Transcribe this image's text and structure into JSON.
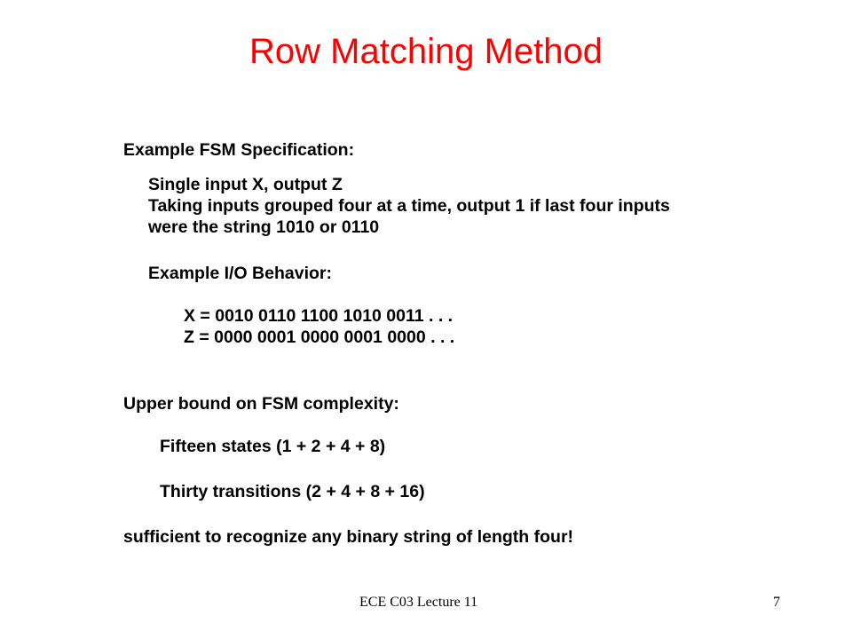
{
  "slide": {
    "title": "Row Matching Method",
    "spec_heading": "Example FSM Specification:",
    "spec_lines": [
      "Single input X, output Z",
      "Taking inputs grouped four at a time, output 1 if last four inputs",
      "were the string 1010 or 0110"
    ],
    "io_heading": "Example I/O Behavior:",
    "io_lines": [
      "X = 0010 0110 1100 1010 0011  . . .",
      "Z = 0000 0001 0000 0001 0000  . . ."
    ],
    "bound_heading": "Upper bound on FSM complexity:",
    "bound_lines": [
      "Fifteen states (1 + 2 + 4 + 8)",
      "Thirty transitions (2 + 4 + 8 + 16)"
    ],
    "conclusion": "sufficient to recognize any binary string of length four!",
    "footer_course": "ECE C03 Lecture 11",
    "page_number": "7"
  }
}
